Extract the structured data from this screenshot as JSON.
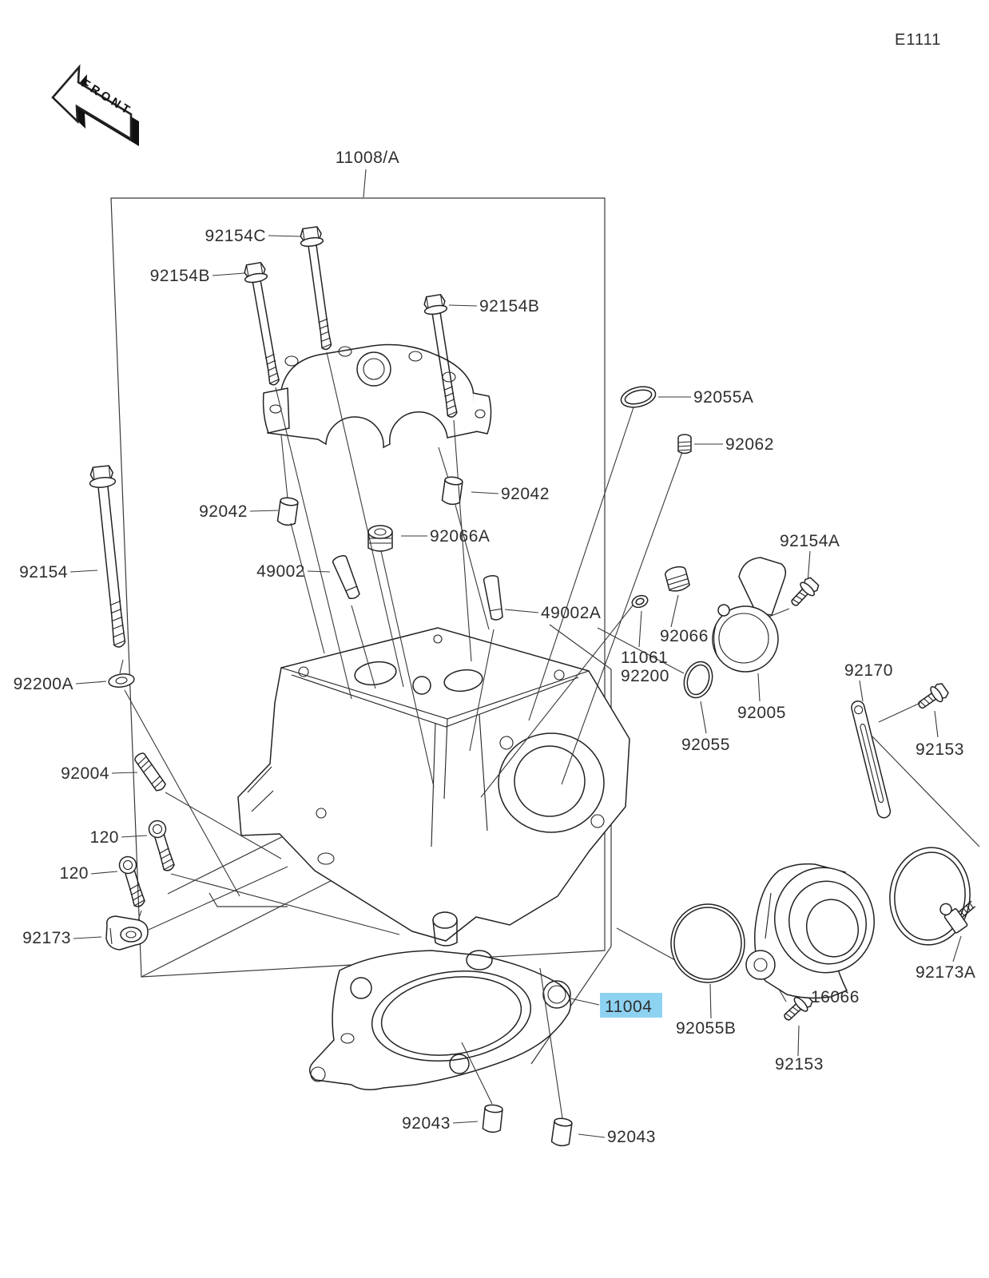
{
  "page": {
    "diagram_code": "E1111",
    "front_marker": "FRONT"
  },
  "diagram": {
    "assembly_callout": "11008/A",
    "highlight": {
      "part_no": "11004",
      "bg": "#8ed2f2",
      "fg": "#1a77b3"
    },
    "callouts": {
      "c92154C": "92154C",
      "c92154B": "92154B",
      "c92042": "92042",
      "c92066A": "92066A",
      "c49002": "49002",
      "c49002A": "49002A",
      "c92055A": "92055A",
      "c92062": "92062",
      "c92154A": "92154A",
      "c92066": "92066",
      "c11061": "11061",
      "c92200": "92200",
      "c92005": "92005",
      "c92055": "92055",
      "c92170": "92170",
      "c92153": "92153",
      "c92154": "92154",
      "c92200A": "92200A",
      "c92004": "92004",
      "c120": "120",
      "c92173": "92173",
      "c11004": "11004",
      "c92055B": "92055B",
      "c16066": "16066",
      "c92173A": "92173A",
      "c92043": "92043"
    }
  }
}
